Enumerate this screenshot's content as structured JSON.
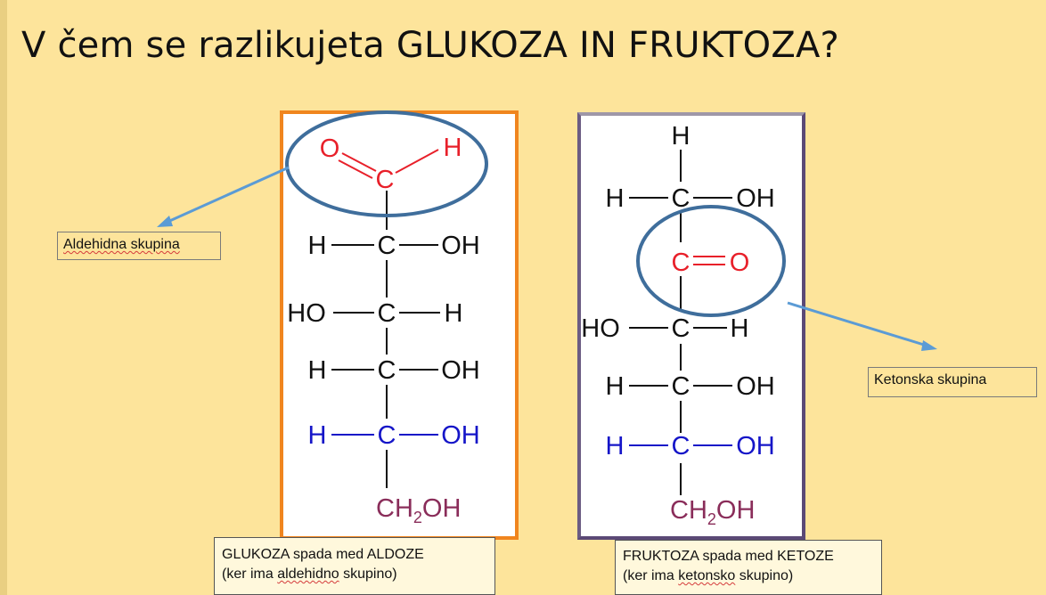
{
  "title": "V čem se razlikujeta GLUKOZA IN FRUKTOZA?",
  "labels": {
    "aldehyde_group": "Aldehidna skupina",
    "ketone_group": "Ketonska skupina"
  },
  "captions": {
    "glucose_line1": "GLUKOZA spada med ALDOZE",
    "glucose_line2_pre": "(ker ima ",
    "glucose_line2_ul": "aldehidno",
    "glucose_line2_post": " skupino)",
    "fructose_line1": "FRUKTOZA spada med KETOZE",
    "fructose_line2_pre": "(ker ima ",
    "fructose_line2_ul": "ketonsko",
    "fructose_line2_post": " skupino)"
  },
  "glucose": {
    "aldehyde_O": "O",
    "aldehyde_H": "H",
    "aldehyde_C": "C",
    "rows": [
      {
        "left": "H",
        "center": "C",
        "right": "OH"
      },
      {
        "left": "HO",
        "center": "C",
        "right": "H"
      },
      {
        "left": "H",
        "center": "C",
        "right": "OH"
      },
      {
        "left": "H",
        "center": "C",
        "right": "OH"
      }
    ],
    "tail_main": "CH",
    "tail_sub": "2",
    "tail_end": "OH"
  },
  "fructose": {
    "top_H": "H",
    "rows": [
      {
        "left": "H",
        "center": "C",
        "right": "OH"
      },
      {
        "left": "HO",
        "center": "C",
        "right": "H"
      },
      {
        "left": "H",
        "center": "C",
        "right": "OH"
      },
      {
        "left": "H",
        "center": "C",
        "right": "OH"
      }
    ],
    "keto_C": "C",
    "keto_O": "O",
    "tail_main": "CH",
    "tail_sub": "2",
    "tail_end": "OH"
  },
  "colors": {
    "background": "#fde49b",
    "aldehyde_red": "#e8202a",
    "blue_row": "#1515c8",
    "tail_purple": "#8a2d5a",
    "circle_blue": "#3f6e9c",
    "arrow_blue": "#5b9bd5",
    "glucose_border": "#f0851e",
    "fructose_border": "#5b4976"
  }
}
